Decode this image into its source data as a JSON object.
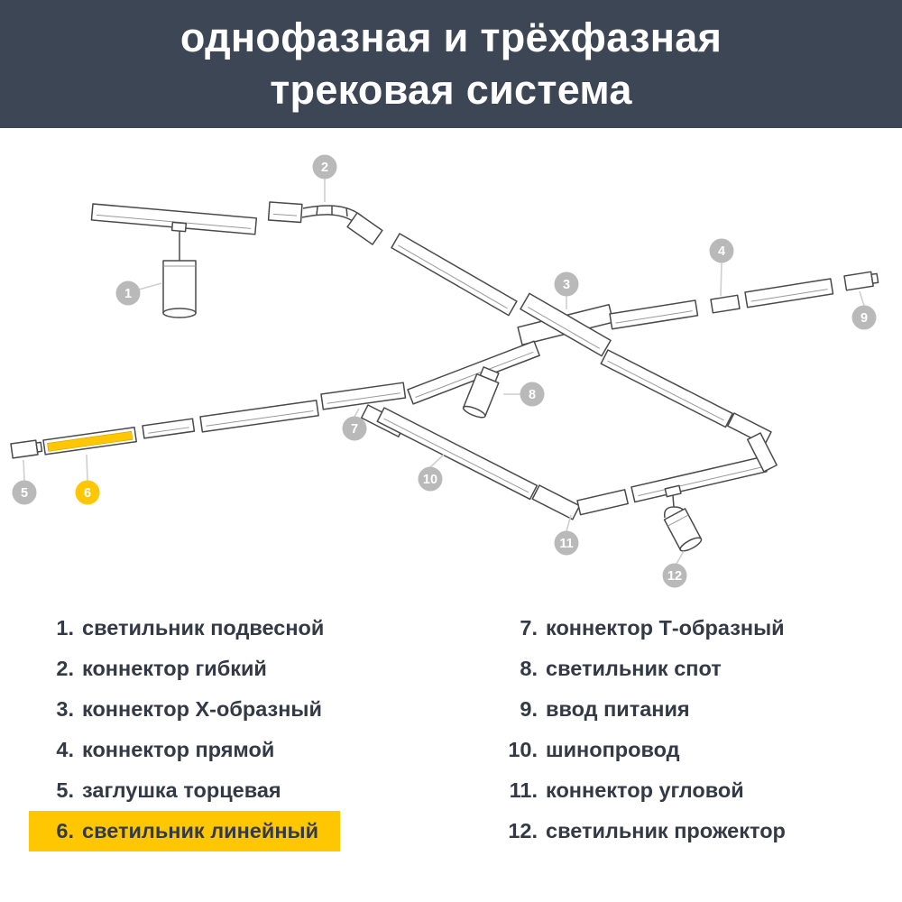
{
  "header": {
    "title_line1": "однофазная и трёхфазная",
    "title_line2": "трековая система",
    "bg_color": "#3D4655",
    "text_color": "#FFFFFF"
  },
  "diagram": {
    "badges": [
      "1",
      "2",
      "3",
      "4",
      "5",
      "6",
      "7",
      "8",
      "9",
      "10",
      "11",
      "12"
    ],
    "highlighted_badge": "6",
    "badge_color": "#B9B9B9",
    "highlight_color": "#FFC702"
  },
  "legend": {
    "highlight_color": "#FFC702",
    "left": [
      {
        "num": "1.",
        "label": "светильник подвесной"
      },
      {
        "num": "2.",
        "label": "коннектор гибкий"
      },
      {
        "num": "3.",
        "label": "коннектор Х-образный"
      },
      {
        "num": "4.",
        "label": "коннектор прямой"
      },
      {
        "num": "5.",
        "label": "заглушка торцевая"
      },
      {
        "num": "6.",
        "label": "светильник линейный"
      }
    ],
    "right": [
      {
        "num": "7.",
        "label": "коннектор Т-образный"
      },
      {
        "num": "8.",
        "label": "светильник спот"
      },
      {
        "num": "9.",
        "label": "ввод питания"
      },
      {
        "num": "10.",
        "label": "шинопровод"
      },
      {
        "num": "11.",
        "label": "коннектор угловой"
      },
      {
        "num": "12.",
        "label": "светильник прожектор"
      }
    ]
  }
}
